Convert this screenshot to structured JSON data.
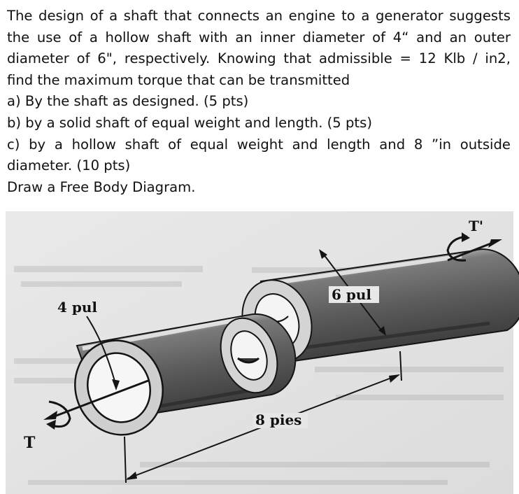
{
  "problem": {
    "lines": [
      "The design of a shaft that connects an engine to a generator suggests",
      "the use of a hollow shaft with an inner diameter of 4“ and an outer",
      "diameter of 6\", respectively. Knowing that admissible = 12 Klb / in2,",
      "find the maximum torque that can be transmitted",
      "a) By the shaft as designed. (5 pts)",
      "b) by a solid shaft of equal weight and length. (5 pts)",
      "c) by a hollow shaft of equal weight and length and 8 ”in outside",
      "diameter. (10 pts)",
      "Draw a Free Body Diagram."
    ]
  },
  "figure": {
    "labels": {
      "inner_diameter": "4 pul",
      "outer_diameter": "6 pul",
      "length": "8 pies",
      "torque_left": "T",
      "torque_right": "T'"
    },
    "colors": {
      "paper": "#e6e6e6",
      "shaft": "#6f6f6f",
      "shaft_dark": "#3d3d3d",
      "ink": "#141414"
    },
    "icons": [
      "torque-arrow-icon",
      "dimension-arrow-icon"
    ]
  }
}
